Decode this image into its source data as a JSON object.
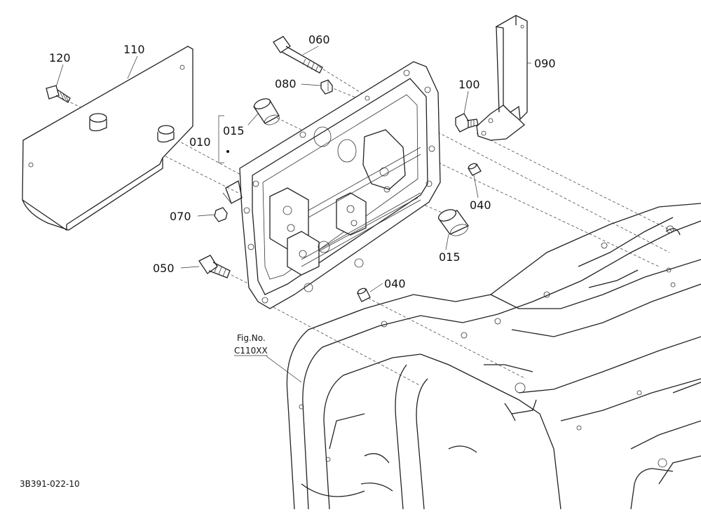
{
  "labels": {
    "l110": "110",
    "l120": "120",
    "l060": "060",
    "l080": "080",
    "l015a": "015",
    "l010": "010",
    "l090": "090",
    "l100": "100",
    "l040a": "040",
    "l070": "070",
    "l015b": "015",
    "l050": "050",
    "l040b": "040"
  },
  "figure_ref": {
    "line1": "Fig.No.",
    "line2": "C110XX"
  },
  "drawing_code": "3B391-022-10"
}
